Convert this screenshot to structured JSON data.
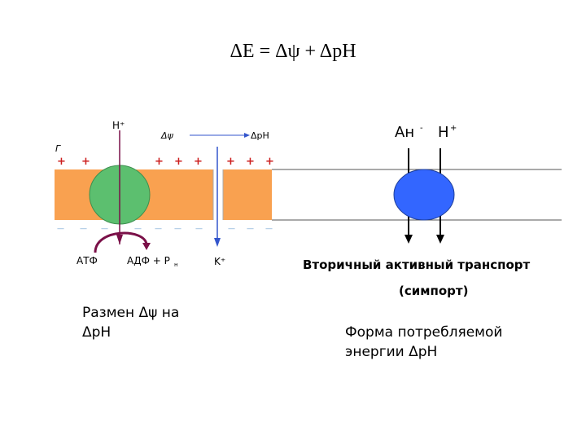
{
  "formula": "ΔE = Δψ  + ΔpH",
  "left_panel": {
    "label_h_plus": "H⁺",
    "label_delta_psi": "Δψ",
    "label_delta_ph": "ΔpH",
    "label_gamma": "Г",
    "plus_signs": [
      "+",
      "+",
      "+",
      "+",
      "+",
      "+",
      "+",
      "+"
    ],
    "minus_signs": [
      "—",
      "—",
      "—",
      "—",
      "—",
      "—",
      "—",
      "—",
      "—",
      "—"
    ],
    "label_atp": "АТФ",
    "label_adp": "АДФ + Р",
    "label_adp_sub": "н",
    "label_k_plus": "K⁺",
    "colors": {
      "membrane": "#f9a150",
      "atp_synthase": "#5cbf6f",
      "arrow_purple": "#7a1048",
      "arrow_blue": "#3355cc",
      "plus_red": "#cc1f1f",
      "minus_blue": "#6fa0d0"
    }
  },
  "right_panel": {
    "label_anion": "Ан",
    "label_anion_sup": "-",
    "label_h_plus": "H",
    "label_h_plus_sup": "+",
    "colors": {
      "transporter": "#3366ff"
    },
    "title_line1": "Вторичный активный транспорт",
    "title_line2": "(симпорт)"
  },
  "captions": {
    "left_line1": "Размен Δψ на",
    "left_line2": "ΔpH",
    "right_line1": "Форма потребляемой",
    "right_line2": "энергии ΔpH"
  }
}
